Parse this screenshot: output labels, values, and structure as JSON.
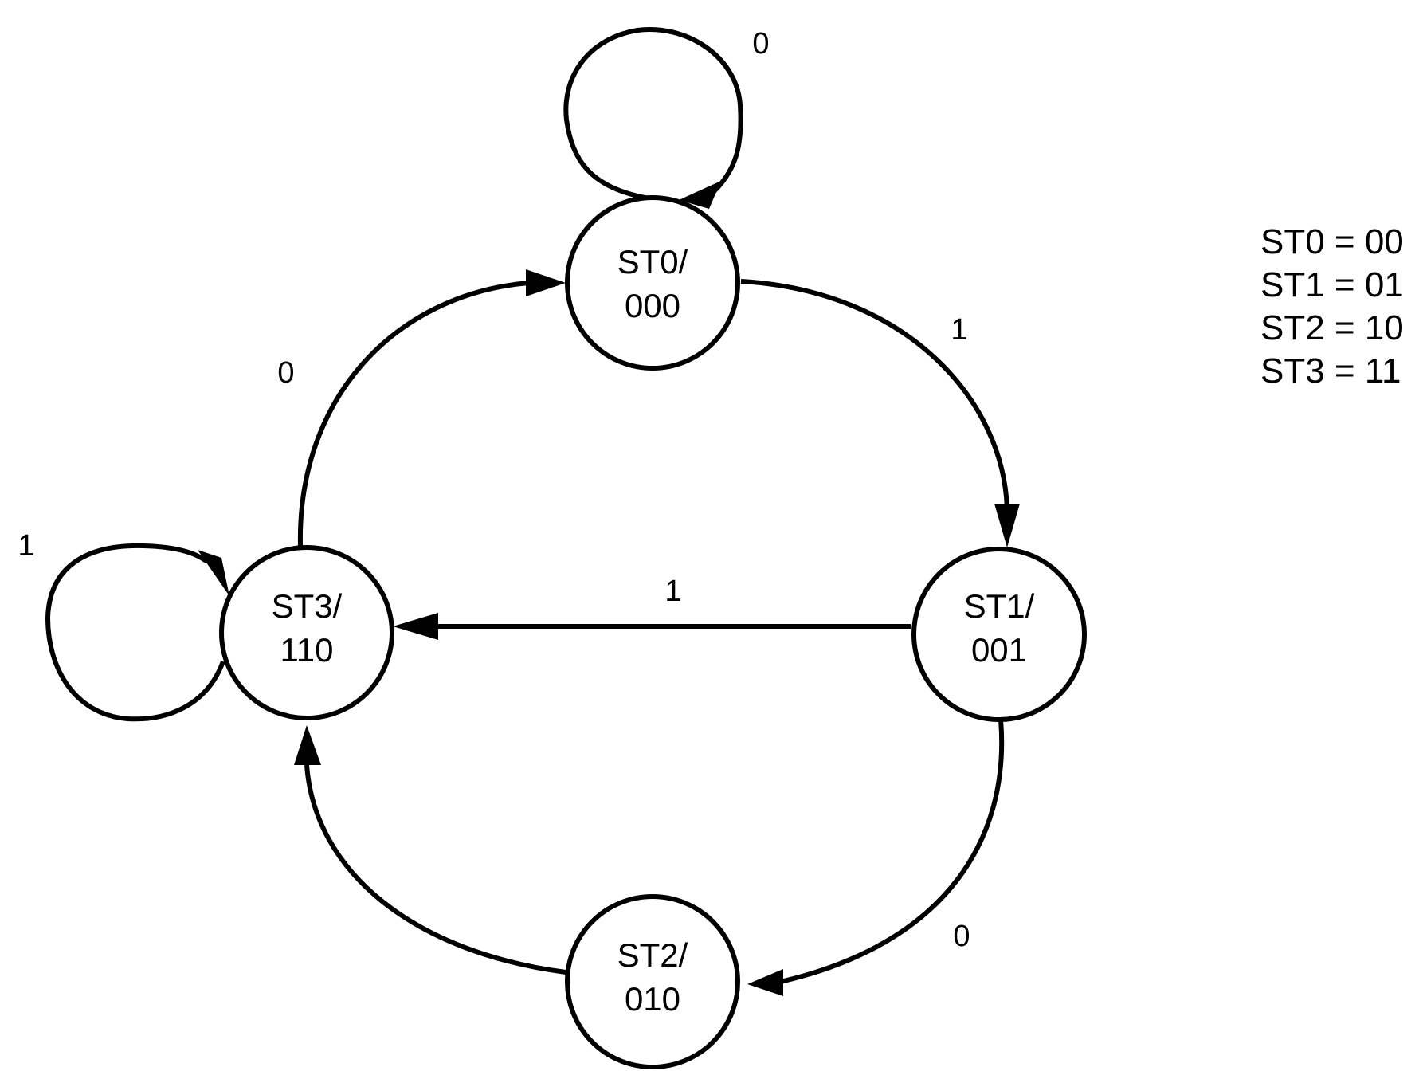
{
  "diagram": {
    "type": "state-machine",
    "states": [
      {
        "id": "st0",
        "name": "ST0/",
        "output": "000"
      },
      {
        "id": "st1",
        "name": "ST1/",
        "output": "001"
      },
      {
        "id": "st2",
        "name": "ST2/",
        "output": "010"
      },
      {
        "id": "st3",
        "name": "ST3/",
        "output": "110"
      }
    ],
    "transitions": [
      {
        "id": "st0-st0",
        "from": "ST0",
        "to": "ST0",
        "label": "0"
      },
      {
        "id": "st0-st1",
        "from": "ST0",
        "to": "ST1",
        "label": "1"
      },
      {
        "id": "st1-st3",
        "from": "ST1",
        "to": "ST3",
        "label": "1"
      },
      {
        "id": "st1-st2",
        "from": "ST1",
        "to": "ST2",
        "label": "0"
      },
      {
        "id": "st2-st3",
        "from": "ST2",
        "to": "ST3",
        "label": ""
      },
      {
        "id": "st3-st0",
        "from": "ST3",
        "to": "ST0",
        "label": "0"
      },
      {
        "id": "st3-st3",
        "from": "ST3",
        "to": "ST3",
        "label": "1"
      }
    ],
    "legend": [
      "ST0 = 00",
      "ST1 = 01",
      "ST2 = 10",
      "ST3 = 11"
    ]
  },
  "colors": {
    "line": "#000000",
    "background": "#ffffff"
  }
}
